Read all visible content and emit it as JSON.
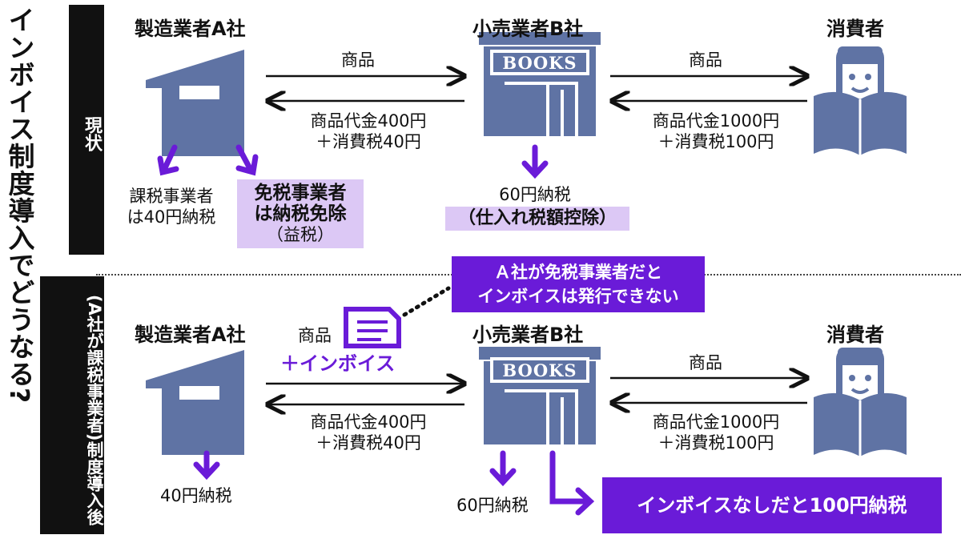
{
  "title": "インボイス制度導入でどうなる?",
  "sections": {
    "current": {
      "label": "現状"
    },
    "after": {
      "label_line1": "制度導入後",
      "label_line2": "(A社が課税事業者)"
    }
  },
  "current": {
    "manufacturer": "製造業者A社",
    "retailer": "小売業者B社",
    "consumer": "消費者",
    "goods_ab": "商品",
    "goods_bc": "商品",
    "pay_ba_line1": "商品代金400円",
    "pay_ba_line2": "＋消費税40円",
    "pay_cb_line1": "商品代金1000円",
    "pay_cb_line2": "＋消費税100円",
    "taxable_line1": "課税事業者",
    "taxable_line2": "は40円納税",
    "exempt_line1": "免税事業者",
    "exempt_line2": "は納税免除",
    "exempt_line3": "（益税）",
    "retailer_tax_line1": "60円納税",
    "retailer_tax_line2": "（仕入れ税額控除）"
  },
  "after": {
    "manufacturer": "製造業者A社",
    "retailer": "小売業者B社",
    "consumer": "消費者",
    "goods_ab": "商品",
    "invoice_label": "＋インボイス",
    "goods_bc": "商品",
    "pay_ba_line1": "商品代金400円",
    "pay_ba_line2": "＋消費税40円",
    "pay_cb_line1": "商品代金1000円",
    "pay_cb_line2": "＋消費税100円",
    "manufacturer_tax": "40円納税",
    "retailer_tax": "60円納税",
    "no_invoice_note": "インボイスなしだと100円納税"
  },
  "callout": {
    "line1": "Ａ社が免税事業者だと",
    "line2": "インボイスは発行できない"
  },
  "store_sign": "BOOKS",
  "icons": [
    "factory-icon",
    "bookstore-icon",
    "reader-icon",
    "invoice-icon",
    "arrow-down-icon"
  ],
  "colors": {
    "icon_blue": "#5f73a4",
    "purple": "#6a1bd8",
    "highlight": "#dcc8f5",
    "band": "#111111"
  }
}
